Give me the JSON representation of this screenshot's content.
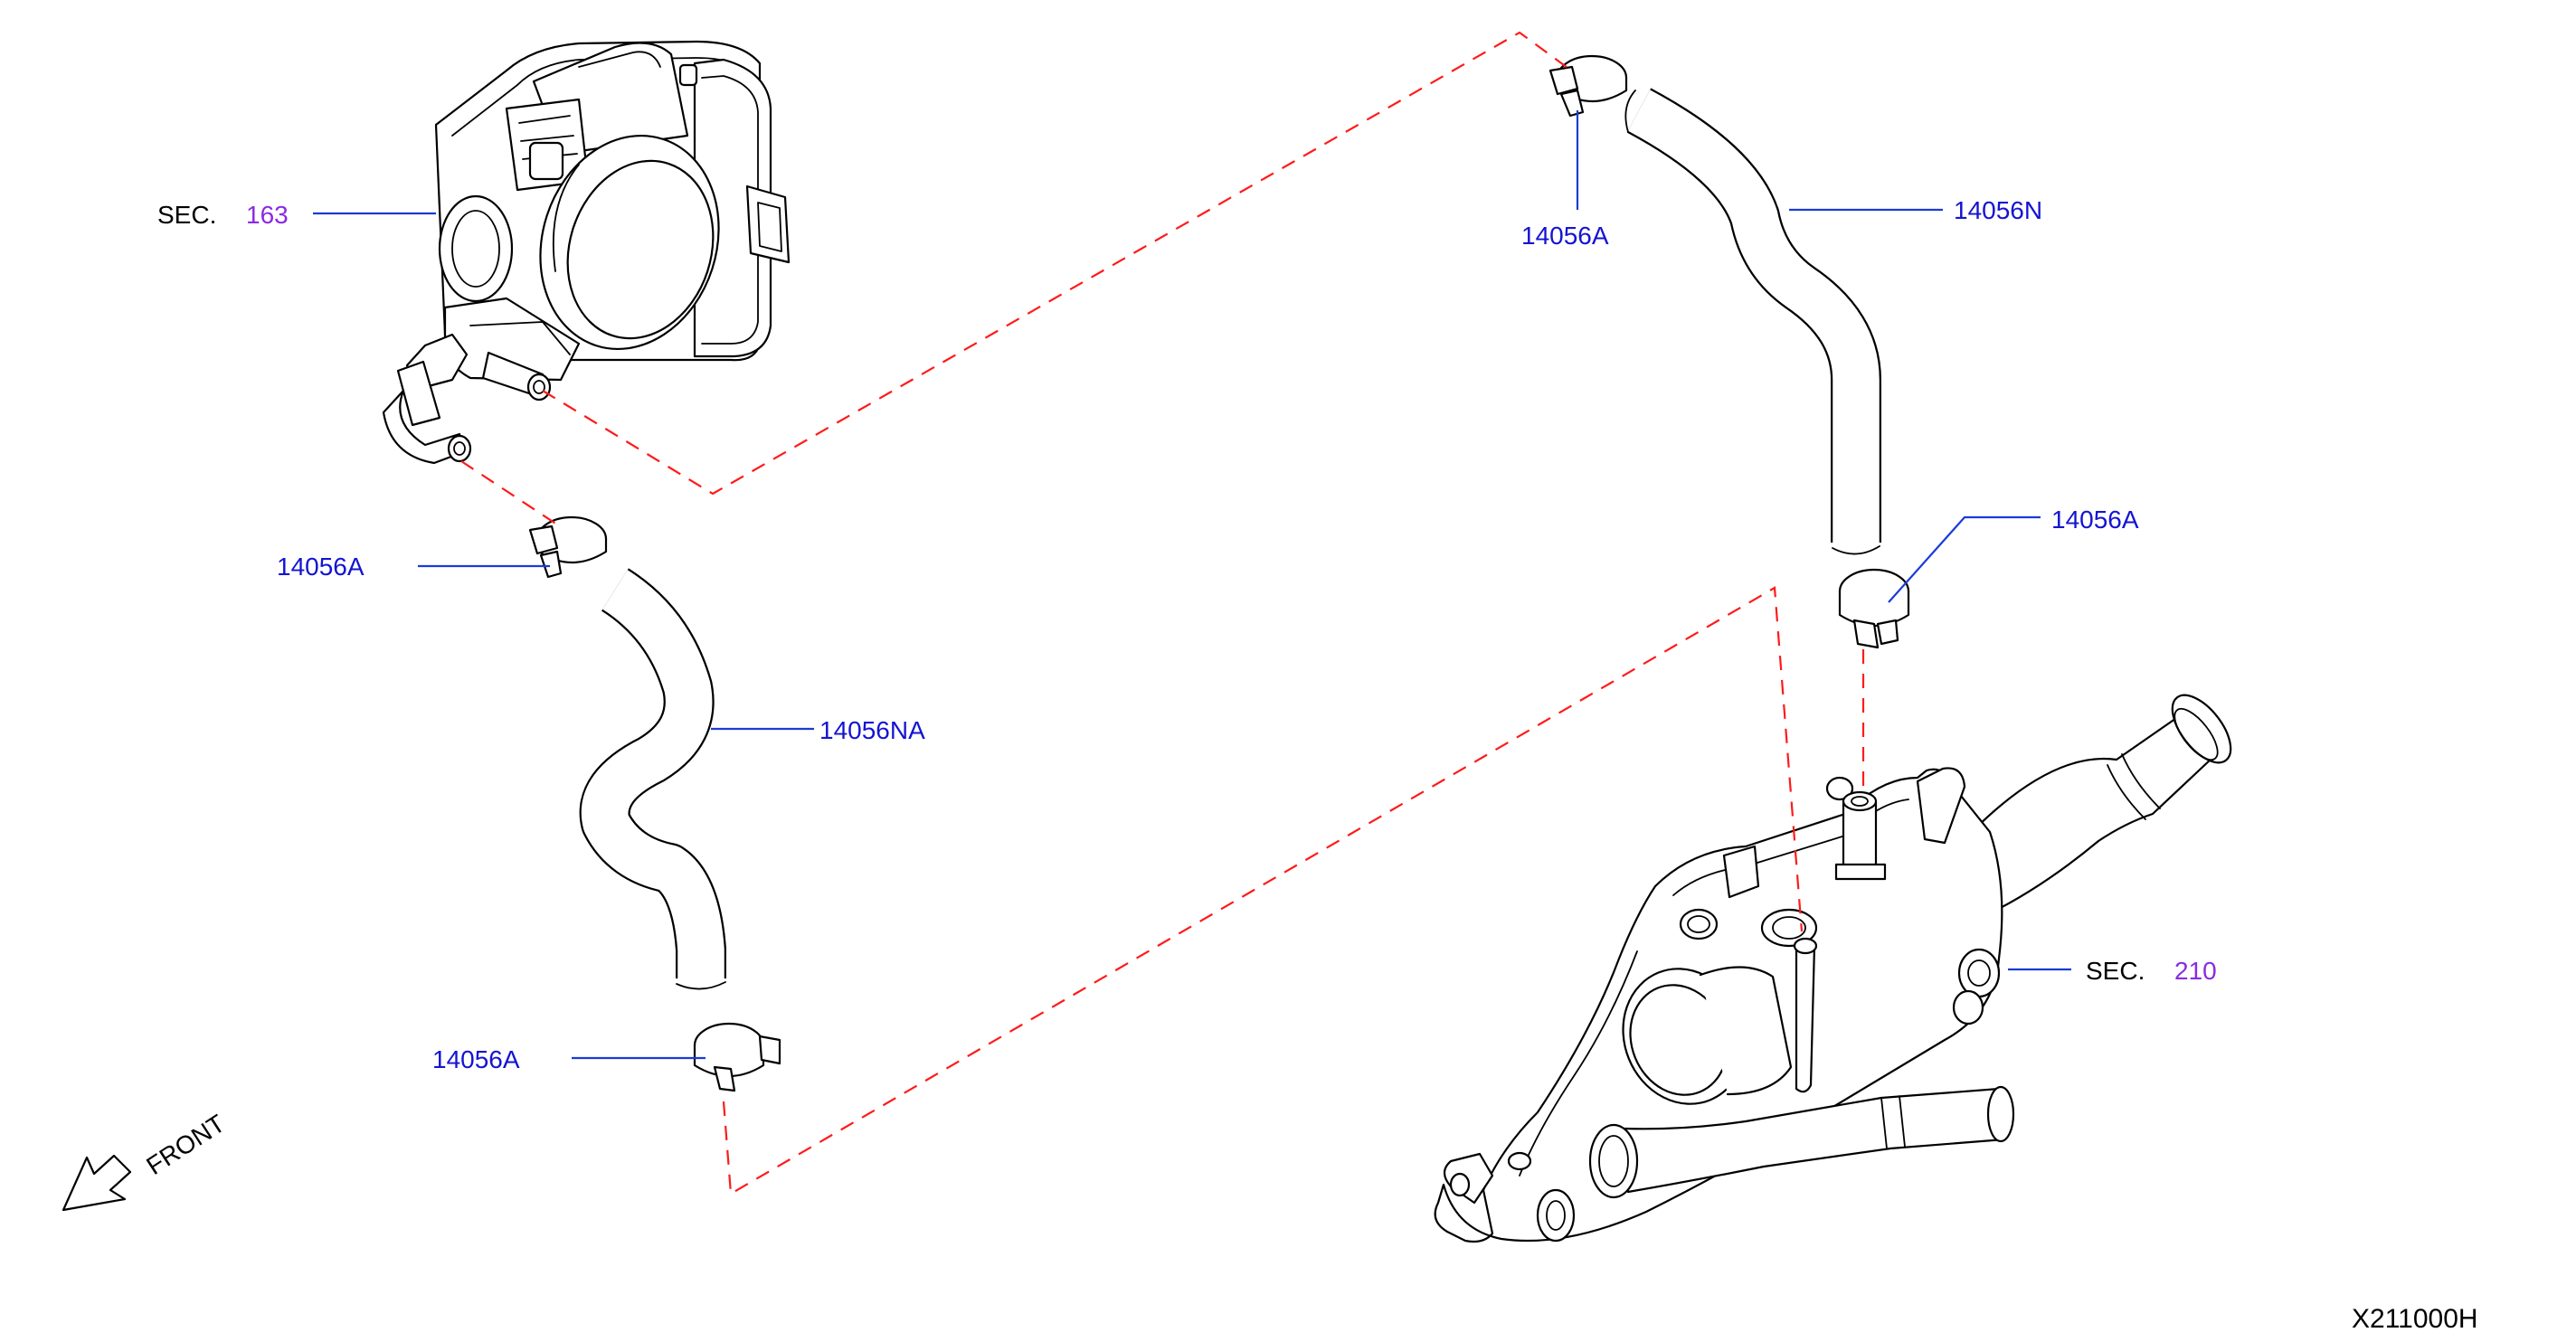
{
  "labels": {
    "sec_163_prefix": "SEC.",
    "sec_163_number": "163",
    "sec_210_prefix": "SEC.",
    "sec_210_number": "210",
    "clamp_top": "14056A",
    "clamp_upper_left": "14056A",
    "clamp_right": "14056A",
    "clamp_lower_left": "14056A",
    "hose_right": "14056N",
    "hose_left": "14056NA",
    "front_indicator": "FRONT",
    "diagram_code": "X211000H"
  },
  "colors": {
    "part_number": "#1414d2",
    "section_number": "#8a2be2",
    "leader_line": "#1a3cd6",
    "connection_dash": "#ff1a1a",
    "outline": "#000000"
  },
  "icons": {
    "front_arrow": "front-arrow-icon"
  }
}
